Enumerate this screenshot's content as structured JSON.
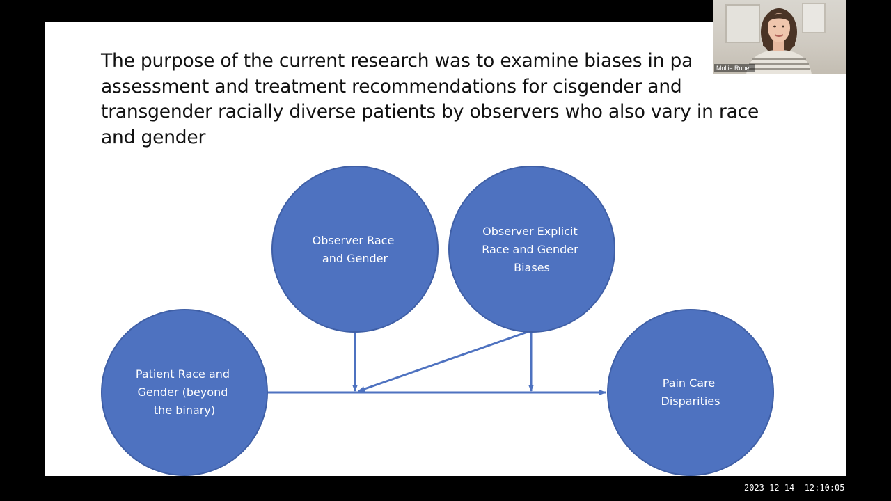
{
  "slide": {
    "title": "The purpose of the current research was to examine biases in pain assessment and treatment recommendations for cisgender and transgender racially diverse patients by observers who also vary in race and gender",
    "title_lines": [
      "The purpose of the current research was to examine biases in pa",
      "assessment and treatment recommendations for cisgender and",
      "transgender racially diverse patients by observers who also vary in race",
      "and gender"
    ],
    "diagram": {
      "node_color": "#4e72c0",
      "node_border": "#3f5fa6",
      "arrow_color": "#4e72c0",
      "nodes": [
        {
          "id": "observer-race-gender",
          "lines": [
            "Observer Race",
            "and Gender"
          ]
        },
        {
          "id": "observer-biases",
          "lines": [
            "Observer Explicit",
            "Race and Gender",
            "Biases"
          ]
        },
        {
          "id": "patient-race-gender",
          "lines": [
            "Patient Race and",
            "Gender (beyond",
            "the binary)"
          ]
        },
        {
          "id": "pain-care-disparities",
          "lines": [
            "Pain Care",
            "Disparities"
          ]
        }
      ]
    }
  },
  "webcam": {
    "participant_name": "Mollie Ruben"
  },
  "recording": {
    "timestamp": "2023-12-14  12:10:05"
  }
}
